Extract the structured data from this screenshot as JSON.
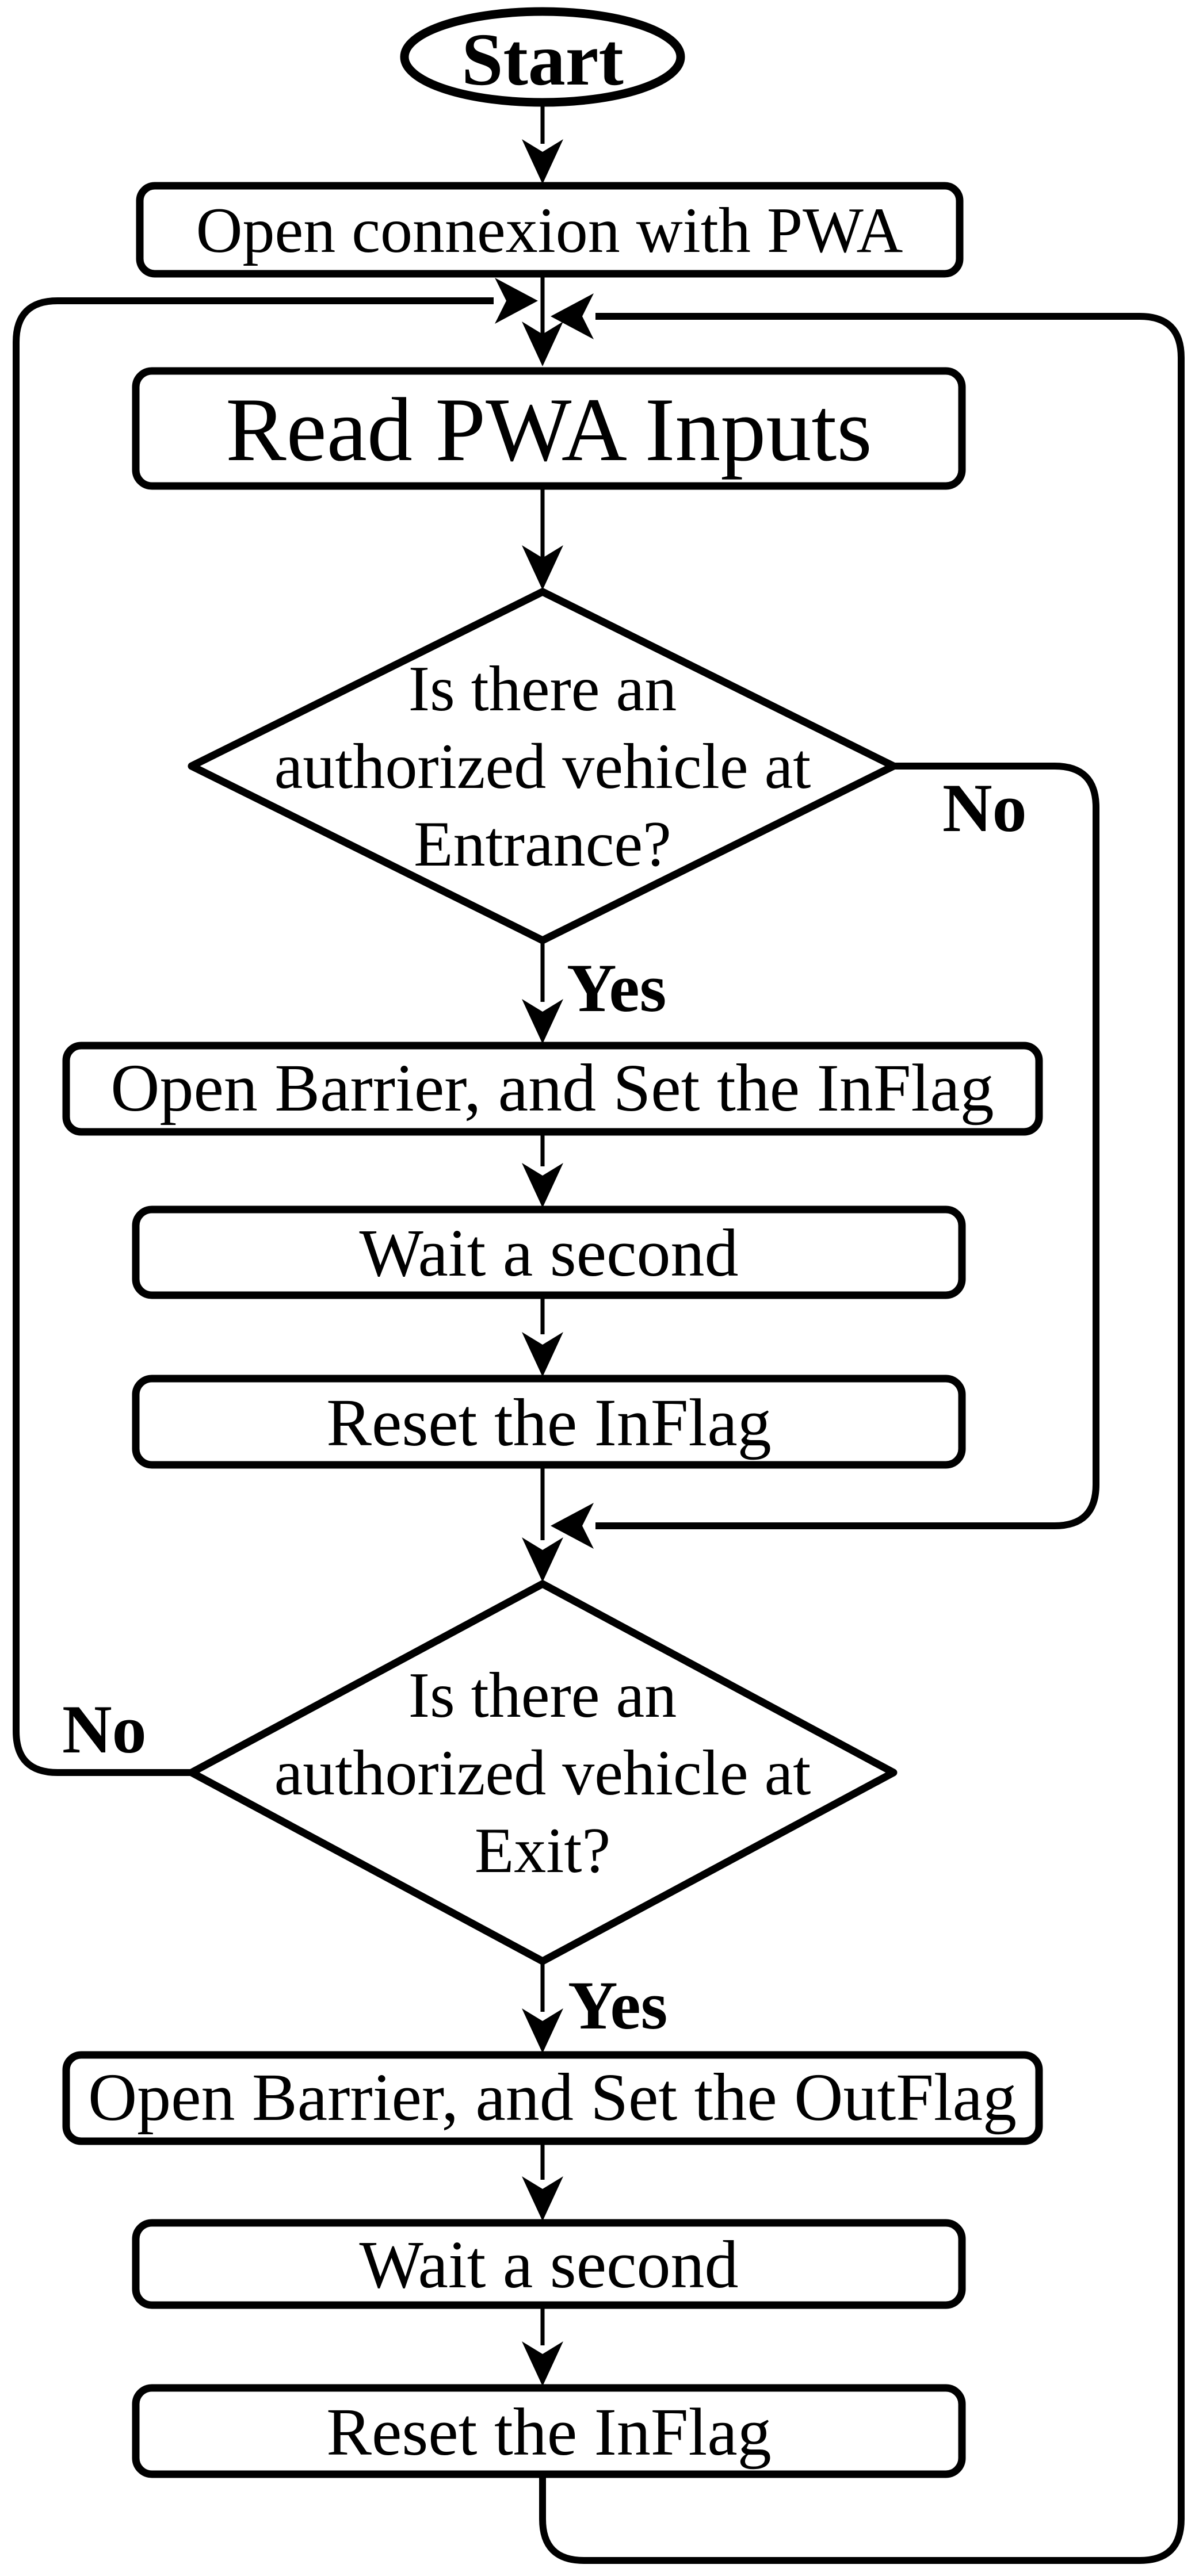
{
  "diagram": {
    "type": "flowchart",
    "colors": {
      "ink": "#000000",
      "background": "#ffffff"
    },
    "nodes": {
      "start": {
        "shape": "terminator",
        "label": "Start"
      },
      "open_connexion": {
        "shape": "process",
        "label": "Open connexion with PWA"
      },
      "read_pwa_inputs": {
        "shape": "process",
        "label": "Read PWA Inputs"
      },
      "entrance_decision": {
        "shape": "decision",
        "lines": [
          "Is there an",
          "authorized vehicle at",
          "Entrance?"
        ]
      },
      "open_barrier_set_inflag": {
        "shape": "process",
        "label": "Open Barrier, and Set the InFlag"
      },
      "wait_a_second_1": {
        "shape": "process",
        "label": "Wait a second"
      },
      "reset_the_inflag_1": {
        "shape": "process",
        "label": "Reset the InFlag"
      },
      "exit_decision": {
        "shape": "decision",
        "lines": [
          "Is there an",
          "authorized vehicle at",
          "Exit?"
        ]
      },
      "open_barrier_set_outflag": {
        "shape": "process",
        "label": "Open Barrier, and Set the OutFlag"
      },
      "wait_a_second_2": {
        "shape": "process",
        "label": "Wait a second"
      },
      "reset_the_inflag_2": {
        "shape": "process",
        "label": "Reset the InFlag"
      }
    },
    "edge_labels": {
      "entrance_yes": "Yes",
      "entrance_no": "No",
      "exit_yes": "Yes",
      "exit_no": "No"
    }
  }
}
